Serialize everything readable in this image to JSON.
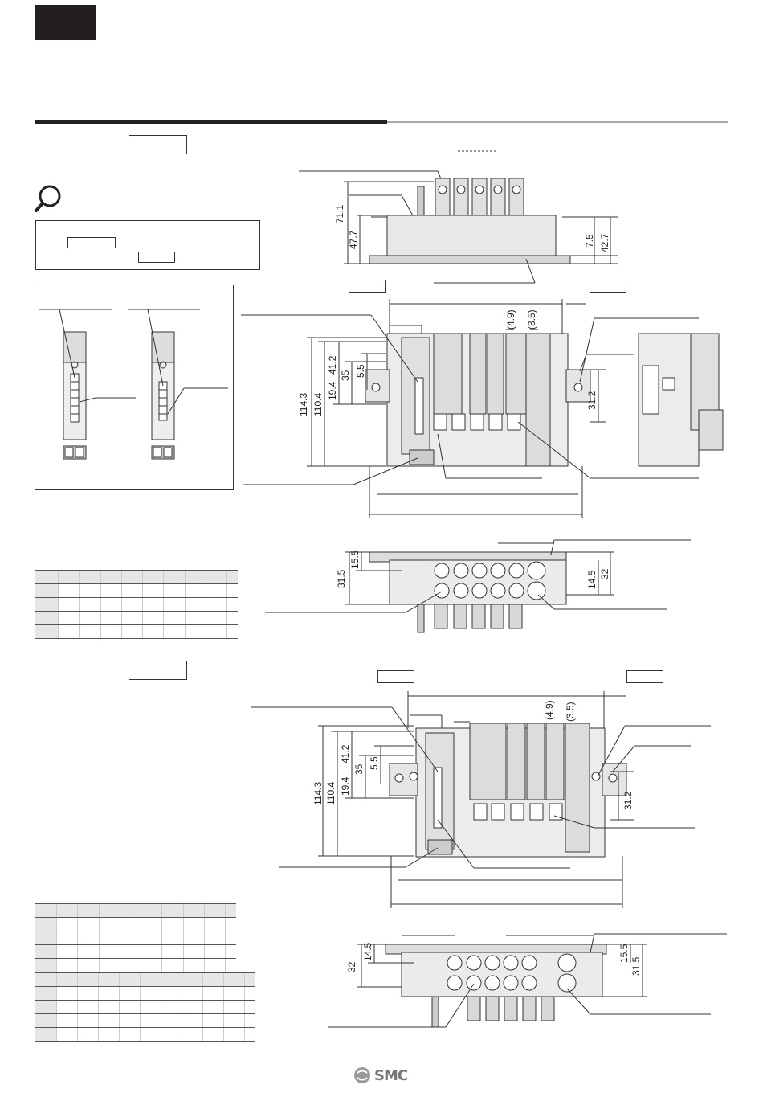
{
  "dimensions": {
    "top_front": {
      "d1": "71.1",
      "d2": "47.7",
      "d3": "7.5",
      "d4": "42.7"
    },
    "plan1": {
      "d1": "114.3",
      "d2": "110.4",
      "d3": "41.2",
      "d4": "35",
      "d5": "5.5",
      "d6": "19.4",
      "d7": "(4.9)",
      "d8": "(3.5)",
      "d9": "31.2"
    },
    "bottom1": {
      "d1": "31.5",
      "d2": "15.5",
      "d3": "14.5",
      "d4": "32"
    },
    "plan2": {
      "d1": "114.3",
      "d2": "110.4",
      "d3": "41.2",
      "d4": "35",
      "d5": "5.5",
      "d6": "19.4",
      "d7": "(4.9)",
      "d8": "(3.5)",
      "d9": "31.2"
    },
    "bottom2": {
      "d1": "32",
      "d2": "14.5",
      "d3": "15.5",
      "d4": "31.5"
    }
  },
  "logo": {
    "text": "SMC",
    "icon": "smc-logo-icon"
  },
  "icons": {
    "magnifier": "magnifier-icon"
  },
  "colors": {
    "tag": "#231f20",
    "rule_dark": "#222222",
    "rule_light": "#a8a8a8",
    "table_header": "#e6e6e6"
  }
}
